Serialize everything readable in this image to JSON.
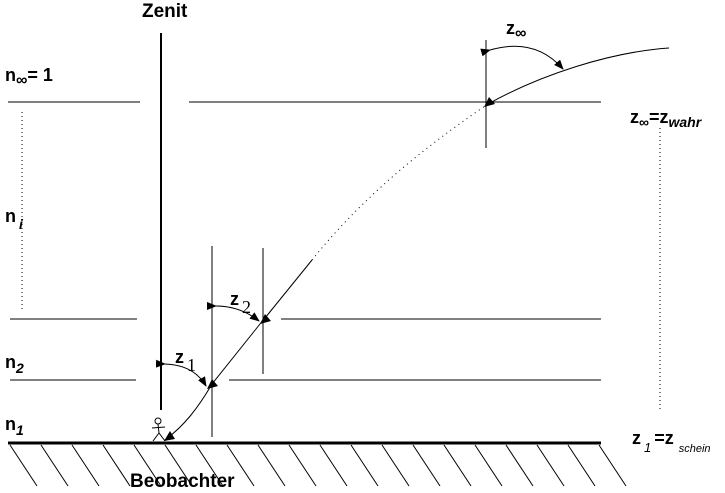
{
  "labels": {
    "zenit": "Zenit",
    "beobachter": "Beobachter",
    "n_inf": "n",
    "n_inf_sub": "∞",
    "n_inf_eq": "= 1",
    "n_i": "n",
    "n_i_sub": "i",
    "n_2": "n",
    "n_2_sub": "2",
    "n_1": "n",
    "n_1_sub": "1",
    "z_inf": "z",
    "z_inf_sub": "∞",
    "z_2": "z",
    "z_2_sub": "2",
    "z_1": "z",
    "z_1_sub": "1",
    "rel_top_z": "z",
    "rel_top_sub": "∞",
    "rel_top_eq": "=z",
    "rel_top_sub2": "wahr",
    "rel_bot_z": "z",
    "rel_bot_sub": "1",
    "rel_bot_eq": "=z",
    "rel_bot_sub2": "schein"
  },
  "icons": {
    "observer": "person-icon"
  }
}
